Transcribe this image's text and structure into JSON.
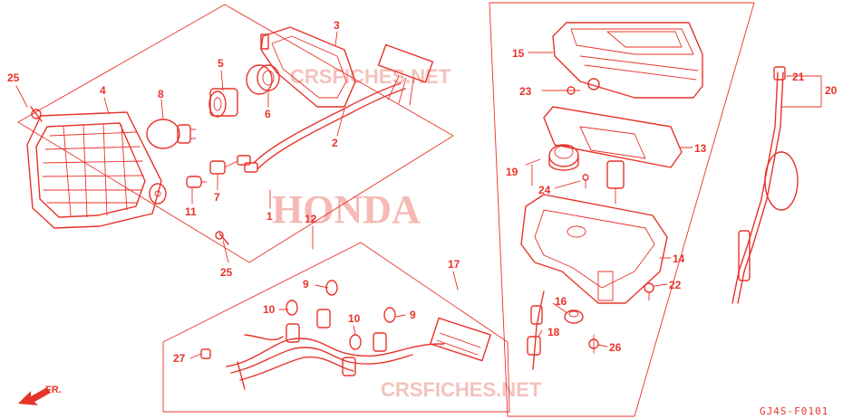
{
  "watermark": {
    "brand": "HONDA",
    "site_top": "CRSFICHES.NET",
    "site_bottom": "CRSFICHES.NET"
  },
  "diagram_code": "GJ4S-F0101",
  "direction_label": "FR.",
  "callouts": {
    "p1": "1",
    "p2": "2",
    "p3": "3",
    "p4": "4",
    "p5": "5",
    "p6": "6",
    "p7": "7",
    "p8": "8",
    "p9a": "9",
    "p9b": "9",
    "p10a": "10",
    "p10b": "10",
    "p11": "11",
    "p12": "12",
    "p13": "13",
    "p14": "14",
    "p15": "15",
    "p16": "16",
    "p17": "17",
    "p18": "18",
    "p19": "19",
    "p20": "20",
    "p21": "21",
    "p22": "22",
    "p23": "23",
    "p24": "24",
    "p25a": "25",
    "p25b": "25",
    "p26": "26",
    "p27": "27"
  },
  "colors": {
    "line": "#e8332a",
    "watermark": "#f6b9b4",
    "background": "#ffffff"
  }
}
